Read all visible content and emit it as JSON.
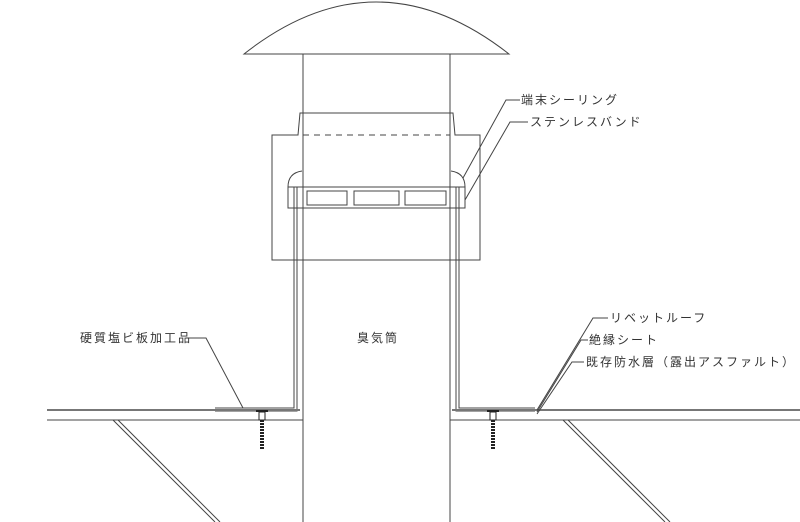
{
  "labels": {
    "end_sealing": "端末シーリング",
    "stainless_band": "ステンレスバンド",
    "vent_pipe": "臭気筒",
    "pvc_plate": "硬質塩ビ板加工品",
    "rivet_roof": "リベットルーフ",
    "insulation_sheet": "絶縁シート",
    "existing_waterproof": "既存防水層（露出アスファルト）"
  },
  "colors": {
    "line": "#333333"
  }
}
